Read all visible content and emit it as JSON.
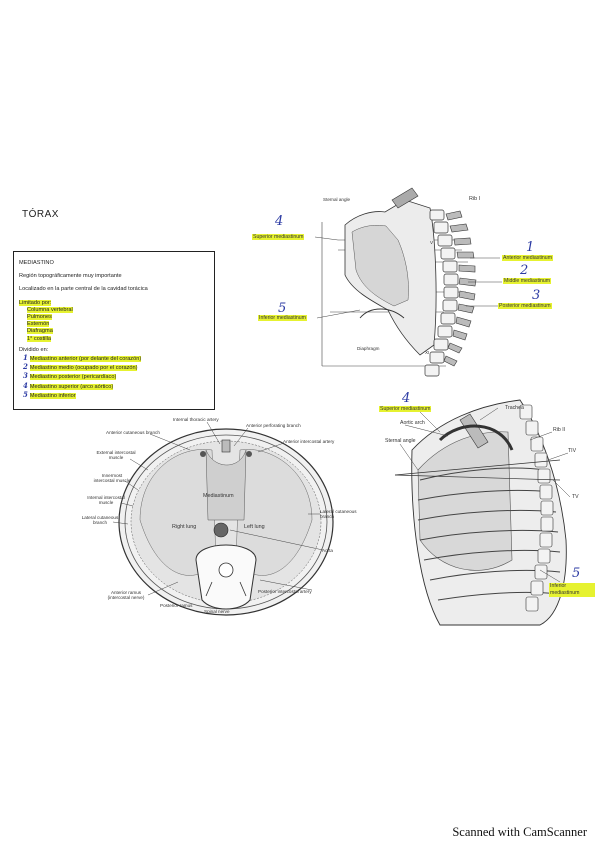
{
  "title": "TÓRAX",
  "note": {
    "heading": "MEDIASTINO",
    "line1": "Región topográficamente muy importante",
    "line2": "Localizado en la parte central de la cavidad torácica",
    "limits_label": "Limitado por:",
    "limits": [
      "Columna vertebral",
      "Pulmones",
      "Esternón",
      "Diafragma",
      "1° costilla"
    ],
    "divided_label": "Dividido en:",
    "divisions": [
      {
        "num": "1",
        "text": "Mediastino anterior (por delante del corazón)"
      },
      {
        "num": "2",
        "text": "Mediastino medio (ocupado por el corazón)"
      },
      {
        "num": "3",
        "text": "Mediastino posterior (pericardíaco)"
      },
      {
        "num": "4",
        "text": "Mediastino superior (arco aórtico)"
      },
      {
        "num": "5",
        "text": "Mediastino inferior"
      }
    ]
  },
  "sagittal": {
    "labels": {
      "sternal_angle": "Sternal angle",
      "rib": "Rib I",
      "superior": "Superior mediastinum",
      "anterior": "Anterior mediastinum",
      "middle": "Middle mediastinum",
      "inferior": "Inferior mediastinum",
      "posterior": "Posterior mediastinum",
      "diaphragm": "Diaphragm",
      "vertebra_v": "V",
      "vertebra_xi": "XI"
    },
    "numbers": {
      "superior": "4",
      "anterior": "1",
      "middle": "2",
      "posterior": "3",
      "inferior": "5"
    }
  },
  "cross_section": {
    "labels": {
      "internal_thoracic": "Internal thoracic artery",
      "anterior_perforating": "Anterior perforating branch",
      "anterior_cutaneous": "Anterior cutaneous branch",
      "anterior_intercostal": "Anterior intercostal artery",
      "external_intercostal": "External intercostal muscle",
      "internal_intercostal": "Internal intercostal muscle",
      "innermost_intercostal": "Innermost intercostal muscle",
      "lateral_cutaneous": "Lateral cutaneous branch",
      "lateral_cutaneous_branch": "Lateral cutaneous branch",
      "mediastinum": "Mediastinum",
      "right_lung": "Right lung",
      "left_lung": "Left lung",
      "aorta": "Aorta",
      "anterior_ramus": "Anterior ramus (intercostal nerve)",
      "posterior_intercostal": "Posterior intercostal artery",
      "posterior_ramus": "Posterior ramus",
      "spinal_nerve": "Spinal nerve"
    }
  },
  "lateral": {
    "labels": {
      "superior": "Superior mediastinum",
      "trachea": "Trachea",
      "aortic_arch": "Aortic arch",
      "sternal_angle": "Sternal angle",
      "rib_ii": "Rib II",
      "tiv": "TIV",
      "tv": "TV",
      "inferior": "Inferior mediastinum"
    },
    "numbers": {
      "superior": "4",
      "inferior": "5"
    }
  },
  "footer": "Scanned with CamScanner"
}
